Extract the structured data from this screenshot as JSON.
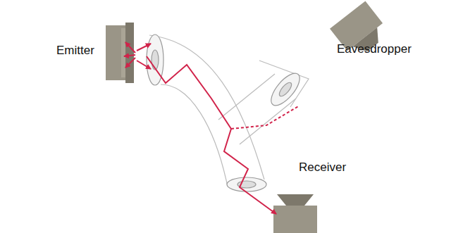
{
  "diagram": {
    "labels": [
      "Emitter",
      "Eavesdropper",
      "Receiver"
    ]
  }
}
